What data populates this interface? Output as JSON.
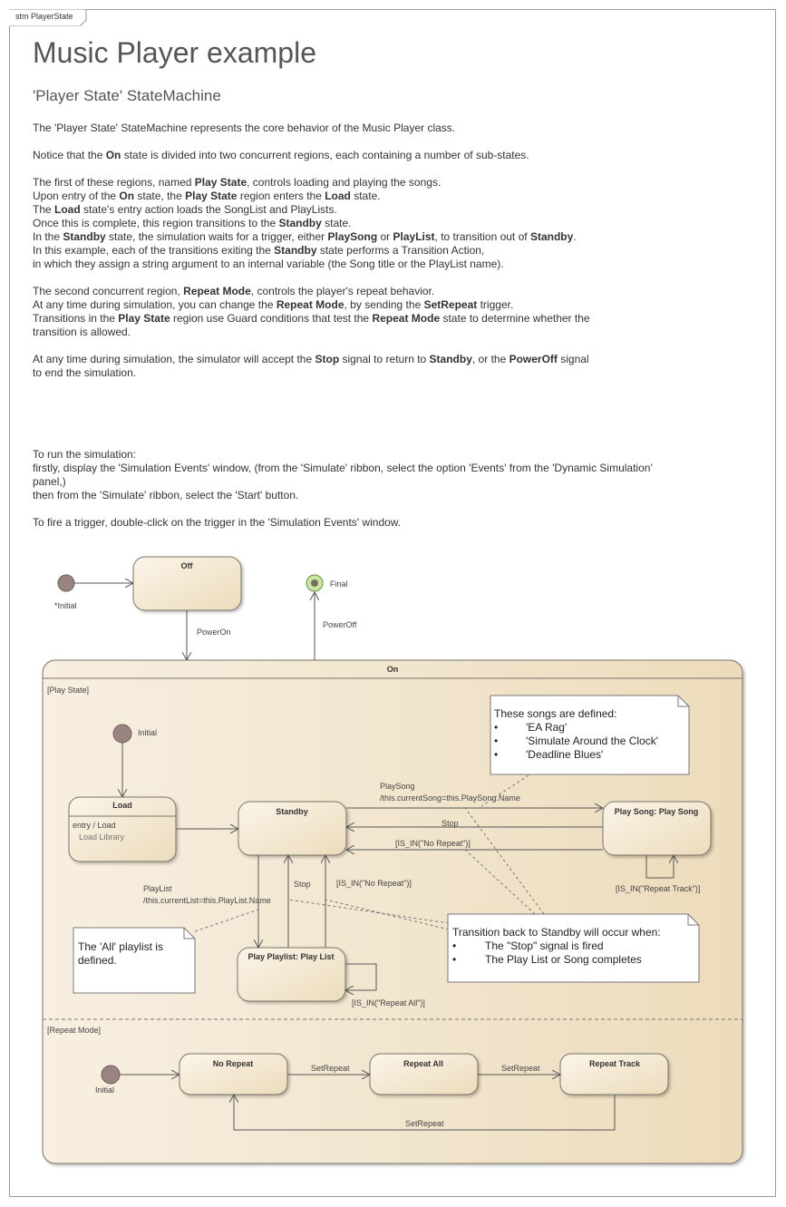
{
  "frame": {
    "tab": "stm PlayerState"
  },
  "header": {
    "title": "Music Player example",
    "subtitle": "'Player State' StateMachine"
  },
  "description": {
    "p1": "The 'Player State' StateMachine represents the core behavior of the Music Player class.",
    "p2": [
      {
        "t": "Notice that the "
      },
      {
        "t": "On",
        "b": true
      },
      {
        "t": " state is divided into two concurrent regions, each containing a number of sub-states."
      }
    ],
    "p3": [
      [
        {
          "t": "The first of these regions, named "
        },
        {
          "t": "Play State",
          "b": true
        },
        {
          "t": ", controls loading and playing the songs."
        }
      ],
      [
        {
          "t": "Upon entry of the "
        },
        {
          "t": "On",
          "b": true
        },
        {
          "t": " state, the "
        },
        {
          "t": "Play State",
          "b": true
        },
        {
          "t": " region enters the "
        },
        {
          "t": "Load",
          "b": true
        },
        {
          "t": " state."
        }
      ],
      [
        {
          "t": "The "
        },
        {
          "t": "Load",
          "b": true
        },
        {
          "t": " state's entry action loads the SongList and PlayLists."
        }
      ],
      [
        {
          "t": "Once this is complete, this region transitions to the "
        },
        {
          "t": "Standby",
          "b": true
        },
        {
          "t": " state."
        }
      ],
      [
        {
          "t": "In the "
        },
        {
          "t": "Standby",
          "b": true
        },
        {
          "t": " state, the simulation waits for a trigger, either "
        },
        {
          "t": "PlaySong",
          "b": true
        },
        {
          "t": " or "
        },
        {
          "t": "PlayList",
          "b": true
        },
        {
          "t": ", to transition out of "
        },
        {
          "t": "Standby",
          "b": true
        },
        {
          "t": "."
        }
      ],
      [
        {
          "t": "In this example, each of the transitions exiting the "
        },
        {
          "t": "Standby",
          "b": true
        },
        {
          "t": " state performs a Transition Action,"
        }
      ],
      [
        {
          "t": "in which they assign a string argument to an internal variable (the Song title or the PlayList name)."
        }
      ]
    ],
    "p4": [
      [
        {
          "t": "The second concurrent region, "
        },
        {
          "t": "Repeat Mode",
          "b": true
        },
        {
          "t": ", controls the player's repeat behavior."
        }
      ],
      [
        {
          "t": "At any time during simulation, you can change the "
        },
        {
          "t": "Repeat Mode",
          "b": true
        },
        {
          "t": ", by sending the "
        },
        {
          "t": "SetRepeat",
          "b": true
        },
        {
          "t": " trigger."
        }
      ],
      [
        {
          "t": "Transitions in the "
        },
        {
          "t": "Play State",
          "b": true
        },
        {
          "t": " region use Guard conditions that test the "
        },
        {
          "t": "Repeat Mode",
          "b": true
        },
        {
          "t": " state to determine whether the"
        }
      ],
      [
        {
          "t": "transition is allowed."
        }
      ]
    ],
    "p5": [
      [
        {
          "t": "At any time during simulation, the simulator will accept the "
        },
        {
          "t": "Stop",
          "b": true
        },
        {
          "t": " signal to return to "
        },
        {
          "t": "Standby",
          "b": true
        },
        {
          "t": ", or the "
        },
        {
          "t": "PowerOff",
          "b": true
        },
        {
          "t": " signal"
        }
      ],
      [
        {
          "t": "to end the simulation."
        }
      ]
    ],
    "p6": [
      [
        {
          "t": "To run the simulation:"
        }
      ],
      [
        {
          "t": "firstly, display the 'Simulation Events' window, (from the 'Simulate' ribbon, select the option 'Events' from the 'Dynamic Simulation'"
        }
      ],
      [
        {
          "t": "panel,)"
        }
      ],
      [
        {
          "t": "then from the 'Simulate' ribbon, select the 'Start' button."
        }
      ]
    ],
    "p7": "To fire a trigger, double-click on the trigger in the 'Simulation Events' window."
  },
  "diagram": {
    "initial_top_label": "*Initial",
    "final_label": "Final",
    "states": {
      "off": "Off",
      "on": "On",
      "load": "Load",
      "load_entry": "entry / Load",
      "load_activity": "Load Library",
      "standby": "Standby",
      "play_song": "Play Song: Play Song",
      "play_playlist": "Play Playlist: Play List",
      "no_repeat": "No Repeat",
      "repeat_all": "Repeat All",
      "repeat_track": "Repeat Track"
    },
    "regions": {
      "play_state": "[Play State]",
      "repeat_mode": "[Repeat Mode]"
    },
    "initials": {
      "play_state": "Initial",
      "repeat_mode": "Initial"
    },
    "transitions": {
      "power_on": "PowerOn",
      "power_off": "PowerOff",
      "play_song_trigger": "PlaySong",
      "play_song_action": "/this.currentSong=this.PlaySong.Name",
      "stop_song": "Stop",
      "guard_no_repeat_song": "[IS_IN(\"No Repeat\")]",
      "guard_repeat_track": "[IS_IN(\"Repeat Track\")]",
      "play_list_trigger": "PlayList",
      "play_list_action": "/this.currentList=this.PlayList.Name",
      "stop_list": "Stop",
      "guard_no_repeat_list": "[IS_IN(\"No Repeat\")]",
      "guard_repeat_all": "[IS_IN(\"Repeat All\")]",
      "set_repeat_1": "SetRepeat",
      "set_repeat_2": "SetRepeat",
      "set_repeat_3": "SetRepeat"
    },
    "notes": {
      "songs_title": "These songs are defined:",
      "songs": [
        "'EA Rag'",
        "'Simulate Around the Clock'",
        "'Deadline Blues'"
      ],
      "playlist_lines": [
        "The 'All' playlist is",
        "defined."
      ],
      "stop_title": "Transition back to Standby will occur when:",
      "stop_items": [
        "The \"Stop\" signal is fired",
        "The Play List or Song completes"
      ]
    }
  },
  "colors": {
    "state_fill_light": "#fbf4e8",
    "state_fill_dark": "#ecdcbc",
    "state_stroke": "#7a7468",
    "initial_fill": "#9a8482",
    "final_fill": "#c8e6a0",
    "line": "#555555"
  }
}
